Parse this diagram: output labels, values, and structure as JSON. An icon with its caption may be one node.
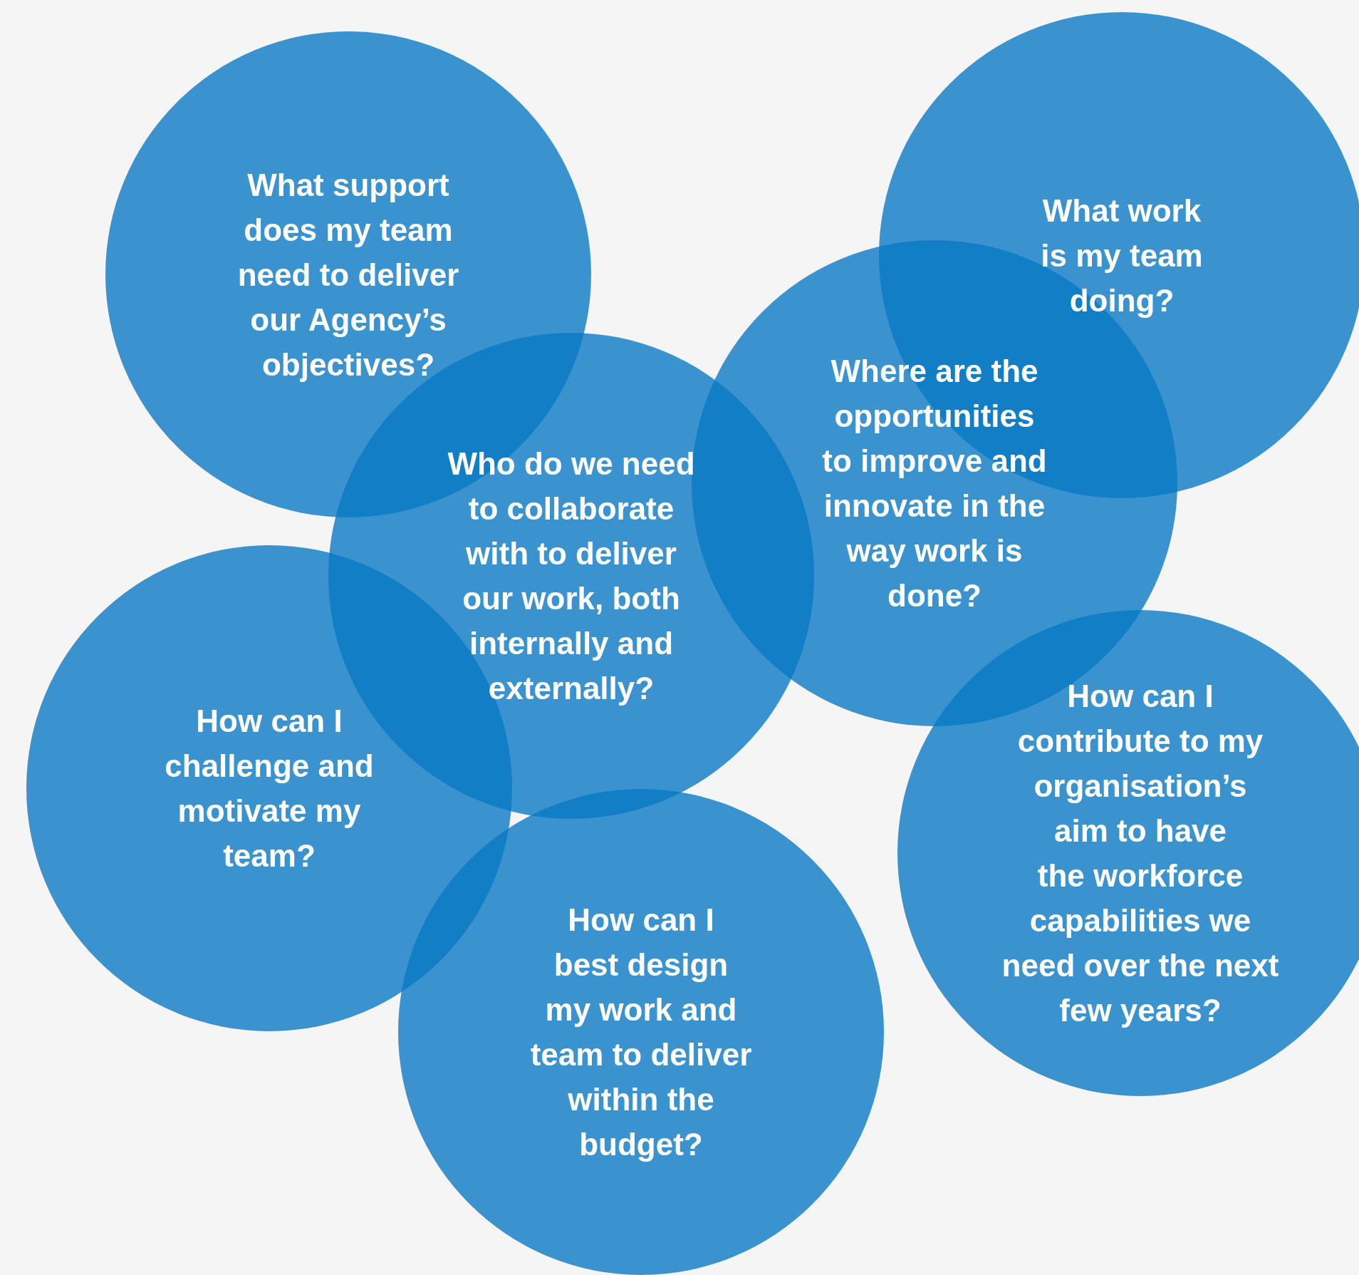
{
  "diagram": {
    "nodes": [
      {
        "text": [
          "What support does my team need to deliver our Agency’s objectives?"
        ]
      },
      {
        "text": [
          "What work is my team doing?"
        ]
      },
      {
        "text": [
          "Who do we need to collaborate with to deliver our work, both internally and externally?"
        ]
      },
      {
        "text": [
          "Where are the opportunities to improve and innovate in the way work is done?"
        ]
      },
      {
        "text": [
          "How can I challenge and motivate my team?"
        ]
      },
      {
        "text": [
          "How can I best design my work and team to deliver within the budget?"
        ]
      },
      {
        "text": [
          "How can I contribute to my organisation’s aim to have the workforce capabilities we need over the next few years?"
        ]
      }
    ]
  }
}
